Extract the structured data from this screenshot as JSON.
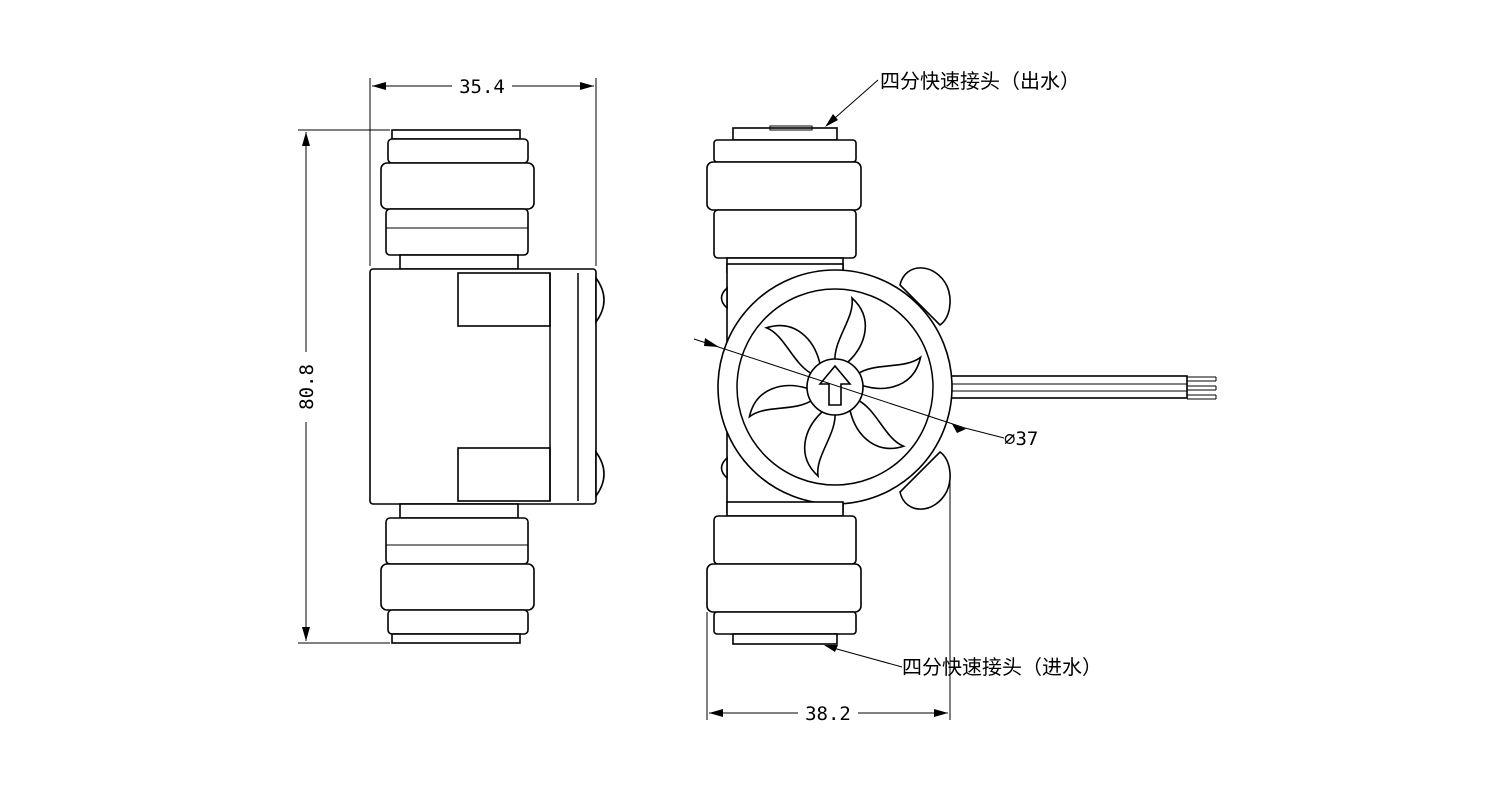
{
  "dimensions": {
    "side_width": "35.4",
    "height": "80.8",
    "front_width": "38.2",
    "diameter": "⌀37"
  },
  "callouts": {
    "outlet": "四分快速接头（出水）",
    "inlet": "四分快速接头（进水）"
  },
  "icons": {
    "flow_direction": "up-arrow-icon"
  }
}
